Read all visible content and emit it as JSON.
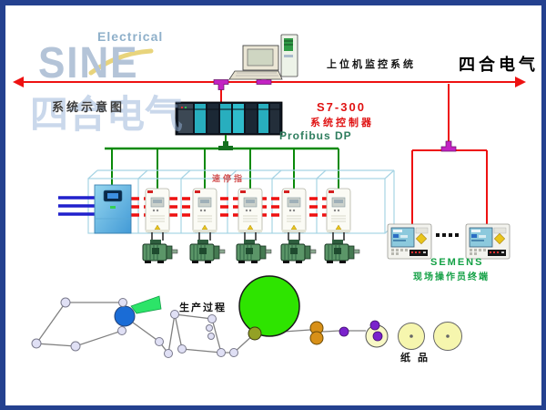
{
  "watermark": {
    "brand_sub": "Electrical",
    "brand_main": "SINE",
    "brand_cn": "四合电气",
    "caption": "系统示意图"
  },
  "header": {
    "company": "四合电气"
  },
  "labels": {
    "scada": "上位机监控系统",
    "plc_model": "S7-300",
    "plc_name": "系统控制器",
    "fieldbus": "Profibus DP",
    "cabinet_mark": "速停指",
    "hmi_brand": "SEMENS",
    "hmi_label": "现场操作员终端",
    "process": "生产过程",
    "product": "纸品"
  },
  "colors": {
    "frame_border": "#24418f",
    "network_line_red": "#ee1111",
    "fieldbus_line_green": "#0a8a0a",
    "connector_magenta": "#c322c3",
    "supply_line_blue": "#2020cc",
    "plc_label_red": "#e01212",
    "hmi_label_green": "#12a044",
    "fieldbus_label_teal": "#2e7d5e",
    "watermark_blue": "#b4c4d8",
    "dryer_cylinder_green": "#2ee400",
    "press_roll_blue": "#1a6cd6"
  }
}
